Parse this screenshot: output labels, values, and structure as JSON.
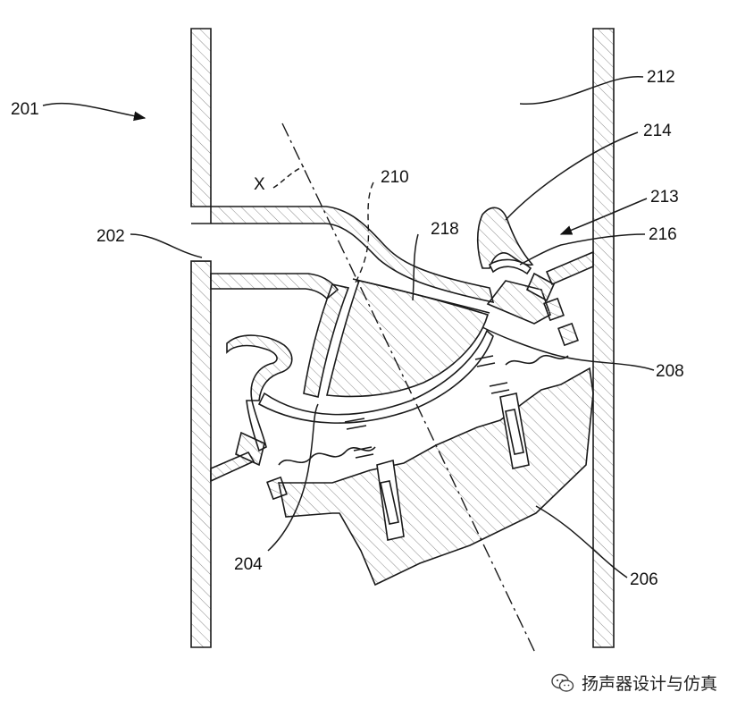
{
  "figure": {
    "labels": {
      "l201": "201",
      "l202": "202",
      "l204": "204",
      "l206": "206",
      "l208": "208",
      "l210": "210",
      "l212": "212",
      "l213": "213",
      "l214": "214",
      "l216": "216",
      "l218": "218",
      "lx": "X"
    }
  },
  "watermark": {
    "text": "扬声器设计与仿真",
    "icon": "wechat-icon"
  },
  "colors": {
    "line": "#1a1a1a",
    "hatch": "#8a8a8a",
    "background": "#ffffff"
  }
}
